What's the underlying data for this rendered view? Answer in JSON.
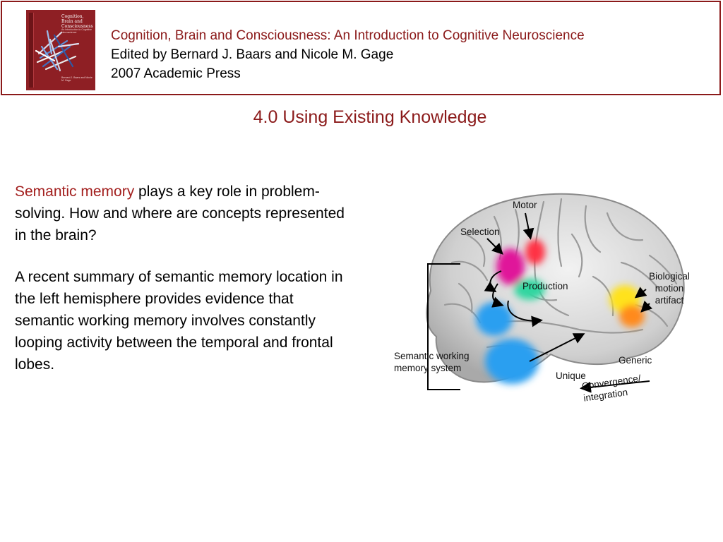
{
  "header": {
    "book_title": "Cognition, Brain and Consciousness: An Introduction to Cognitive Neuroscience",
    "editors": "Edited by Bernard J. Baars and Nicole M. Gage",
    "publisher": "2007 Academic Press",
    "cover": {
      "title": "Cognition, Brain and Consciousness",
      "subtitle": "An Introduction to Cognitive Neuroscience",
      "authors": "Bernard J. Baars and Nicole M. Gage"
    }
  },
  "slide_title": "4.0 Using Existing Knowledge",
  "body": {
    "p1_highlight": "Semantic memory",
    "p1_rest": " plays a key role in problem-solving. How and where are concepts represented in the brain?",
    "p2": "A recent summary of semantic memory location in the left hemisphere provides evidence that semantic working memory involves constantly looping activity between the temporal and frontal lobes."
  },
  "figure": {
    "labels": {
      "motor": "Motor",
      "selection": "Selection",
      "production": "Production",
      "bio_line1": "Biological",
      "bio_line2": "motion",
      "bio_line3": "artifact",
      "swm_line1": "Semantic working",
      "swm_line2": "memory system",
      "generic": "Generic",
      "unique": "Unique",
      "conv_line1": "Convergence/",
      "conv_line2": "integration"
    },
    "region_colors": {
      "motor": "#ff3344",
      "selection": "#e0189a",
      "production": "#33d6a0",
      "biological": "#ffe21a",
      "artifact": "#ff8a1f",
      "temporal": "#2a9ff0"
    }
  }
}
